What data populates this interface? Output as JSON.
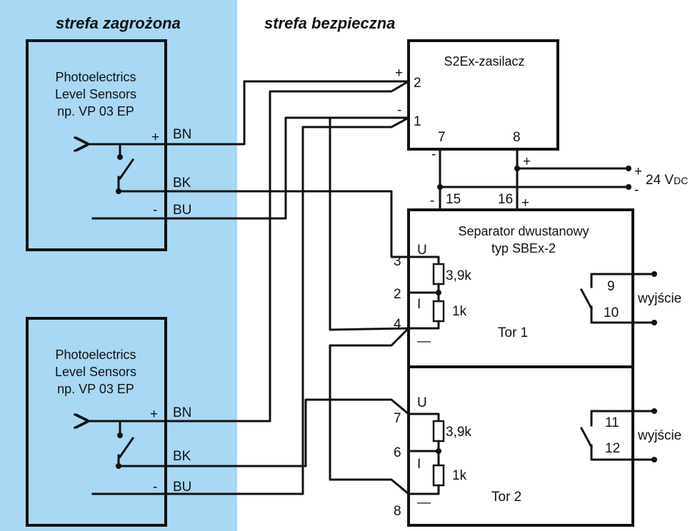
{
  "colors": {
    "hazard_zone": "#a8d8f4",
    "line": "#111111"
  },
  "zones": {
    "hazardous": "strefa zagrożona",
    "safe": "strefa bezpieczna"
  },
  "sensors": [
    {
      "line1": "Photoelectrics",
      "line2": "Level Sensors",
      "line3": "np. VP 03 EP",
      "plus": "+",
      "minus": "-",
      "bn": "BN",
      "bk": "BK",
      "bu": "BU"
    },
    {
      "line1": "Photoelectrics",
      "line2": "Level Sensors",
      "line3": "np. VP 03 EP",
      "plus": "+",
      "minus": "-",
      "bn": "BN",
      "bk": "BK",
      "bu": "BU"
    }
  ],
  "power_supply": {
    "title": "S2Ex-zasilacz",
    "t2": "2",
    "t1": "1",
    "t7": "7",
    "t8": "8",
    "plus": "+",
    "minus": "-"
  },
  "supply_24v": {
    "plus": "+",
    "minus": "-",
    "label_main": "24 V",
    "label_sub": "DC"
  },
  "separator": {
    "title1": "Separator  dwustanowy",
    "title2": "typ  SBEx-2",
    "t15": "15",
    "t16": "16",
    "minus": "-",
    "plus": "+",
    "channel1": {
      "name": "Tor 1",
      "u": "U",
      "i": "I",
      "gnd": "—",
      "t3": "3",
      "t2": "2",
      "t4": "4",
      "r_top": "3,9k",
      "r_bot": "1k",
      "out_a": "9",
      "out_b": "10",
      "output": "wyjście"
    },
    "channel2": {
      "name": "Tor 2",
      "u": "U",
      "i": "I",
      "gnd": "—",
      "t7": "7",
      "t6": "6",
      "t8": "8",
      "r_top": "3,9k",
      "r_bot": "1k",
      "out_a": "11",
      "out_b": "12",
      "output": "wyjście"
    }
  }
}
